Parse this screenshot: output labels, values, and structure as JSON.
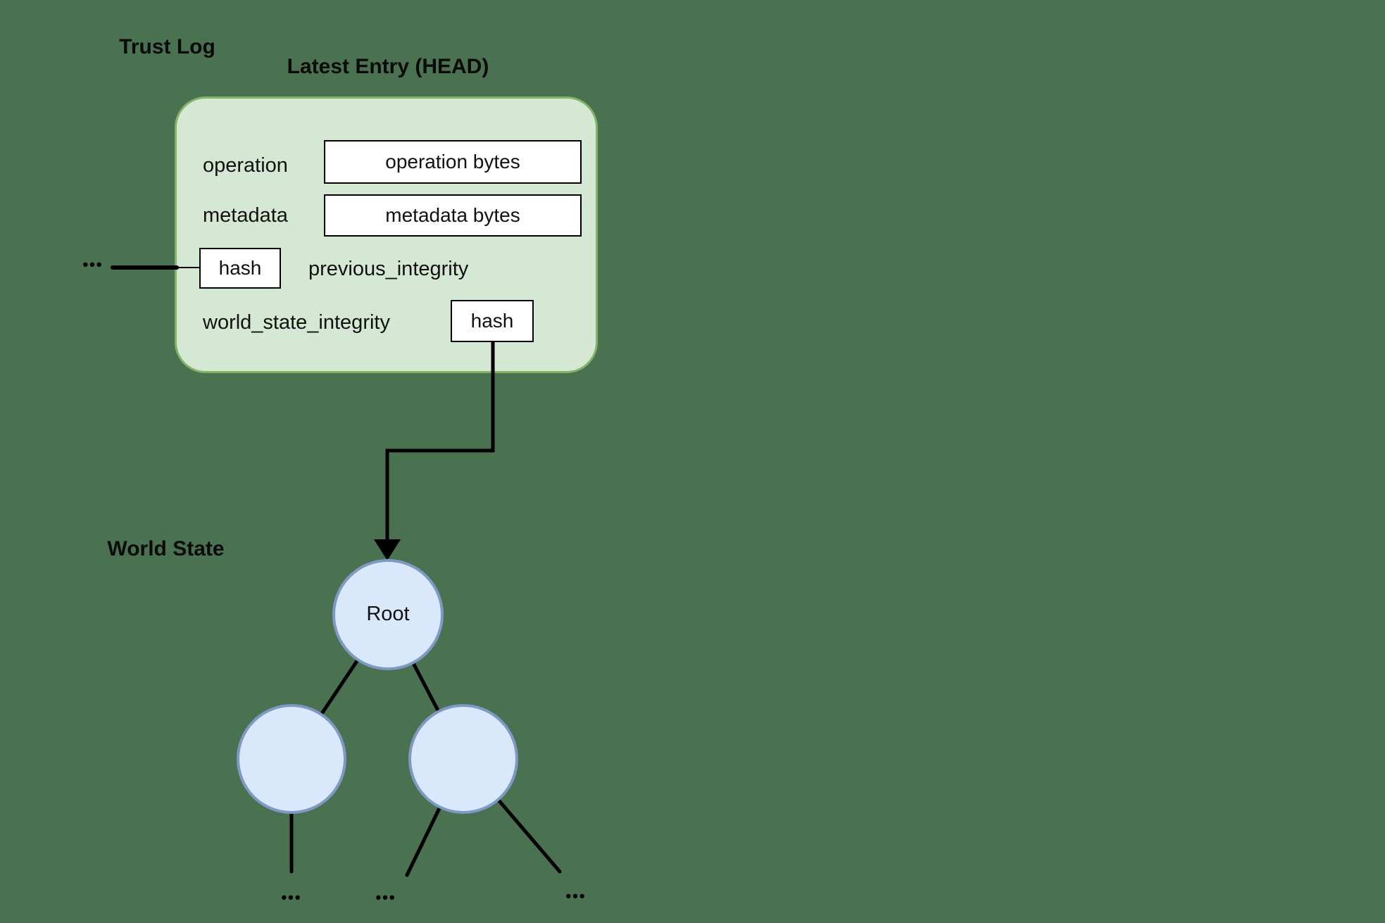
{
  "colors": {
    "background": "#4a7150",
    "entry_card_fill": "#d5e8d4",
    "entry_card_border": "#82b366",
    "node_fill": "#dae8fc",
    "node_border": "#7d99c4",
    "line": "#000000",
    "value_box_fill": "#ffffff",
    "value_box_border": "#000000",
    "text": "#0a0a0a"
  },
  "labels": {
    "trust_log": "Trust Log",
    "latest_entry_head": "Latest Entry (HEAD)",
    "world_state": "World State"
  },
  "entry_card": {
    "fields": [
      {
        "label": "operation",
        "value": "operation bytes"
      },
      {
        "label": "metadata",
        "value": "metadata bytes"
      },
      {
        "label": "previous_integrity",
        "value": "hash"
      },
      {
        "label": "world_state_integrity",
        "value": "hash"
      }
    ]
  },
  "world_state_tree": {
    "root_label": "Root"
  },
  "ellipsis": "•••"
}
